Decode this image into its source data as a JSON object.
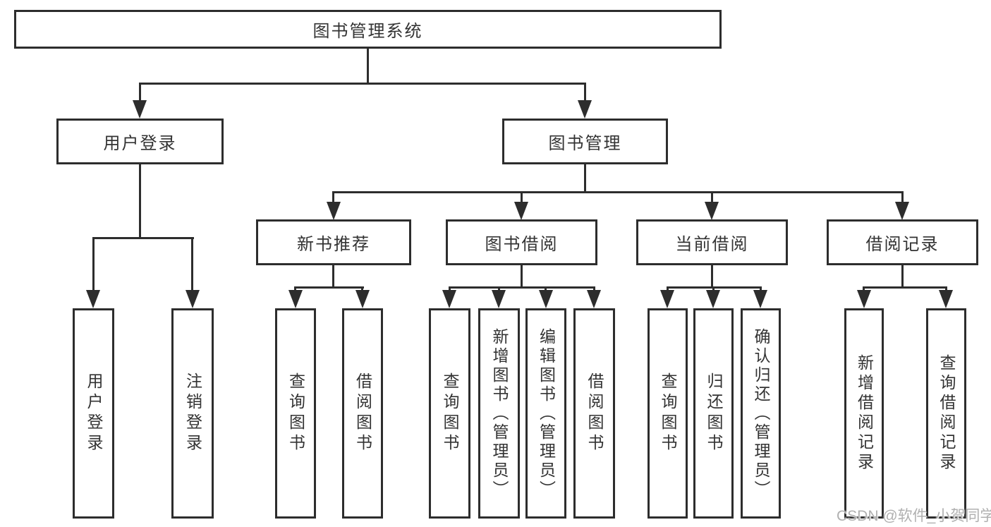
{
  "diagram": {
    "root": "图书管理系统",
    "branches": [
      {
        "label": "用户登录",
        "children": [
          "用户登录",
          "注销登录"
        ]
      },
      {
        "label": "图书管理",
        "groups": [
          {
            "label": "新书推荐",
            "children": [
              "查询图书",
              "借阅图书"
            ]
          },
          {
            "label": "图书借阅",
            "children": [
              "查询图书",
              "新增图书（管理员）",
              "编辑图书（管理员）",
              "借阅图书"
            ]
          },
          {
            "label": "当前借阅",
            "children": [
              "查询图书",
              "归还图书",
              "确认归还（管理员）"
            ]
          },
          {
            "label": "借阅记录",
            "children": [
              "新增借阅记录",
              "查询借阅记录"
            ]
          }
        ]
      }
    ]
  },
  "watermark": {
    "text": "CSDN @软件_小贺同学"
  },
  "colors": {
    "line": "#2d2d2d",
    "text": "#333333",
    "watermark": "#b0b0b0",
    "background": "#ffffff"
  }
}
